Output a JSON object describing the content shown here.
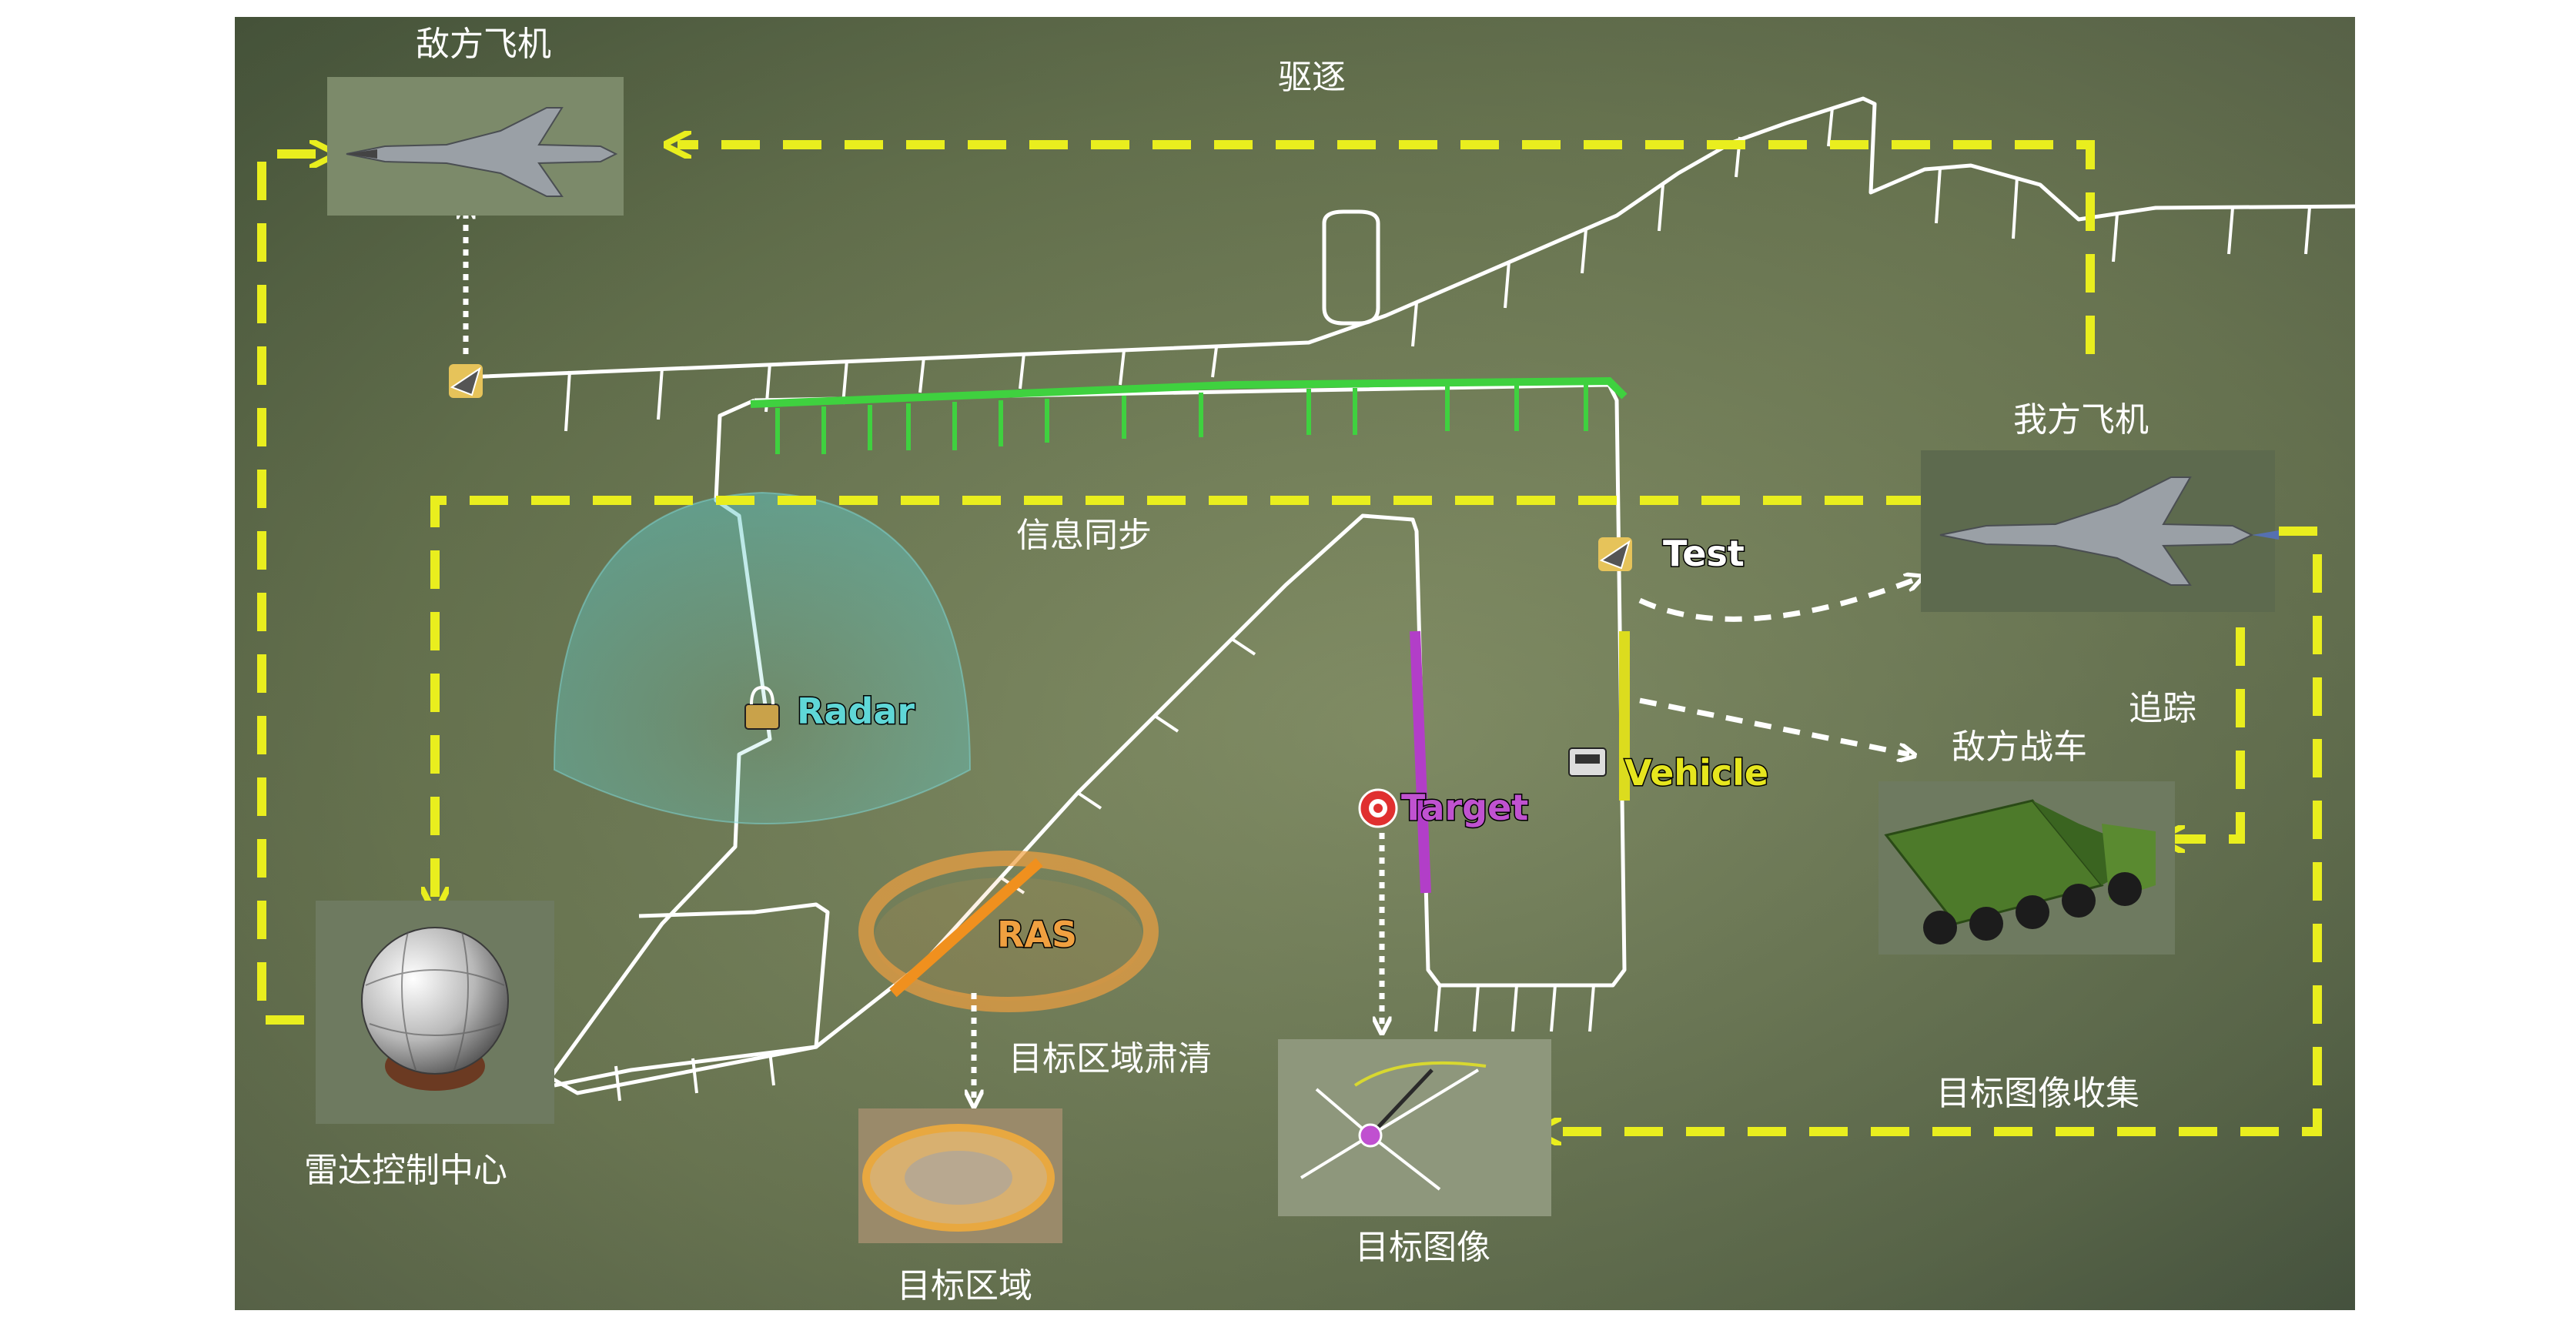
{
  "labels": {
    "enemy_plane": "敌方飞机",
    "drive_away": "驱逐",
    "our_plane": "我方飞机",
    "info_sync": "信息同步",
    "tracking": "追踪",
    "enemy_vehicle": "敌方战车",
    "radar_center": "雷达控制中心",
    "target_area_clear": "目标区域肃清",
    "target_area": "目标区域",
    "target_image": "目标图像",
    "target_image_collect": "目标图像收集"
  },
  "map_labels": {
    "radar": "Radar",
    "ras": "RAS",
    "target": "Target",
    "test": "Test",
    "vehicle": "Vehicle"
  },
  "colors": {
    "dash_yellow": "#e9ee1e",
    "green_track": "#3fd13f",
    "magenta_track": "#b23ec8",
    "orange_track": "#f0901e",
    "yellow_track": "#dcdc1e",
    "radar_label": "#5fd7d7",
    "ras_label": "#f0a040",
    "target_label": "#c052d0",
    "vehicle_label": "#e6e61e",
    "test_label": "#ffffff"
  },
  "icons": [
    "plane-icon",
    "radar-dome-icon",
    "truck-icon",
    "target-icon",
    "lock-icon",
    "vehicle-icon"
  ]
}
